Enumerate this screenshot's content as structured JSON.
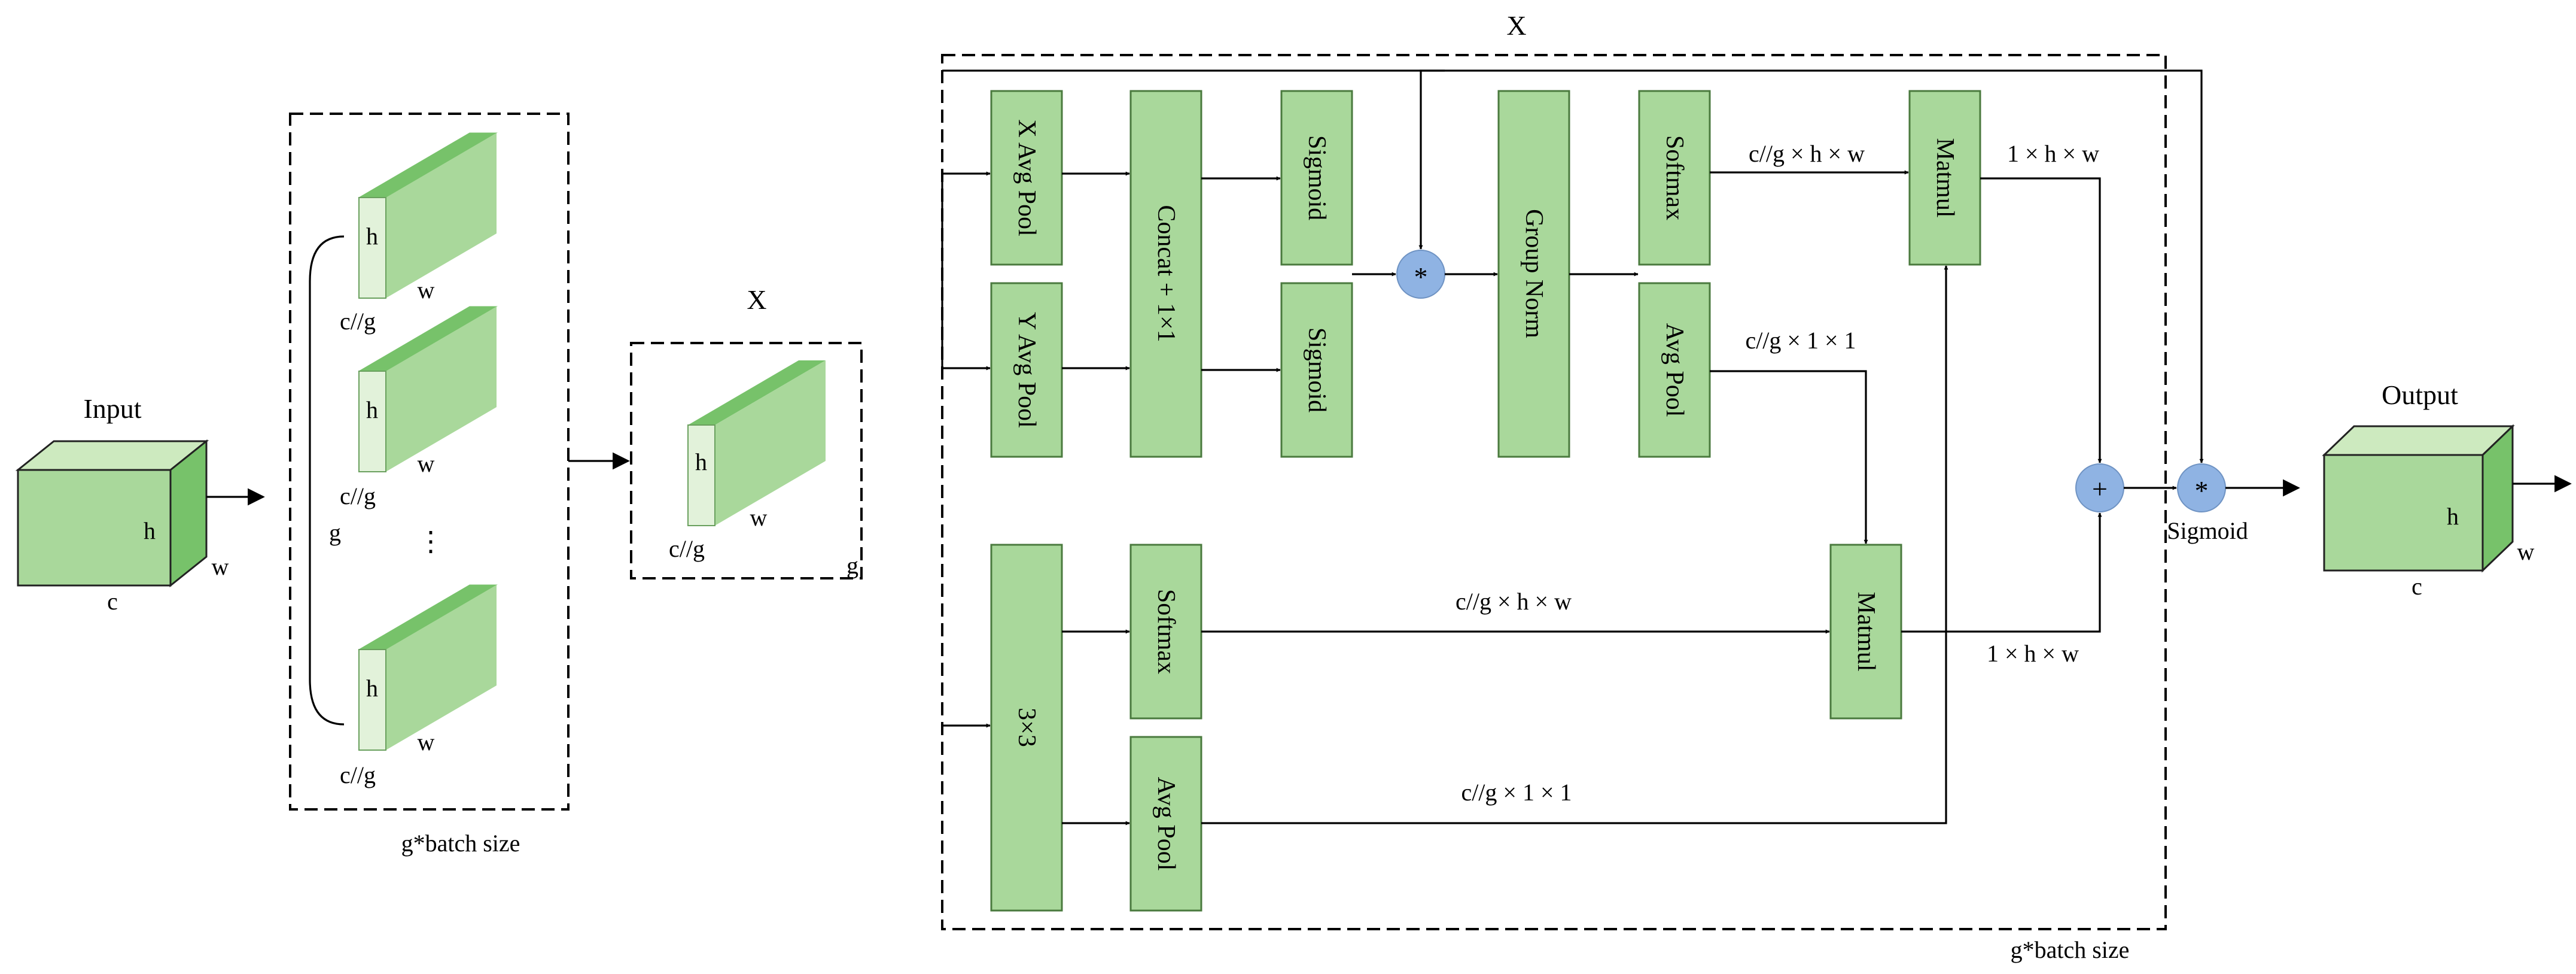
{
  "input": {
    "title": "Input",
    "h": "h",
    "w": "w",
    "c": "c"
  },
  "groups": {
    "h": "h",
    "w": "w",
    "cg": "c//g",
    "g": "g",
    "ellipsis": "⋮",
    "batch": "g*batch size"
  },
  "xpanel": {
    "title": "X",
    "h": "h",
    "w": "w",
    "cg": "c//g",
    "g": "g"
  },
  "module": {
    "title": "X",
    "batch": "g*batch size",
    "blocks": {
      "x_avg_pool": "X Avg Pool",
      "y_avg_pool": "Y Avg Pool",
      "concat": "Concat + 1×1",
      "sigmoid_top": "Sigmoid",
      "sigmoid_bottom": "Sigmoid",
      "group_norm": "Group Norm",
      "softmax_top": "Softmax",
      "avg_pool_top": "Avg Pool",
      "matmul_top": "Matmul",
      "conv3x3": "3×3",
      "softmax_bottom": "Softmax",
      "avg_pool_bottom": "Avg Pool",
      "matmul_bottom": "Matmul"
    },
    "labels": {
      "cg_h_w_top": "c//g × h × w",
      "cg_1_1_top": "c//g × 1 × 1",
      "one_h_w_top": "1 × h × w",
      "cg_h_w_bottom": "c//g × h × w",
      "cg_1_1_bottom": "c//g × 1 × 1",
      "one_h_w_bottom": "1 × h × w"
    },
    "ops": {
      "multiply": "*",
      "add": "+",
      "multiply_out": "*",
      "sigmoid_label": "Sigmoid"
    }
  },
  "output": {
    "title": "Output",
    "h": "h",
    "w": "w",
    "c": "c"
  },
  "colors": {
    "block_fill": "#a9d89b",
    "op_circle": "#8fb3e3"
  }
}
